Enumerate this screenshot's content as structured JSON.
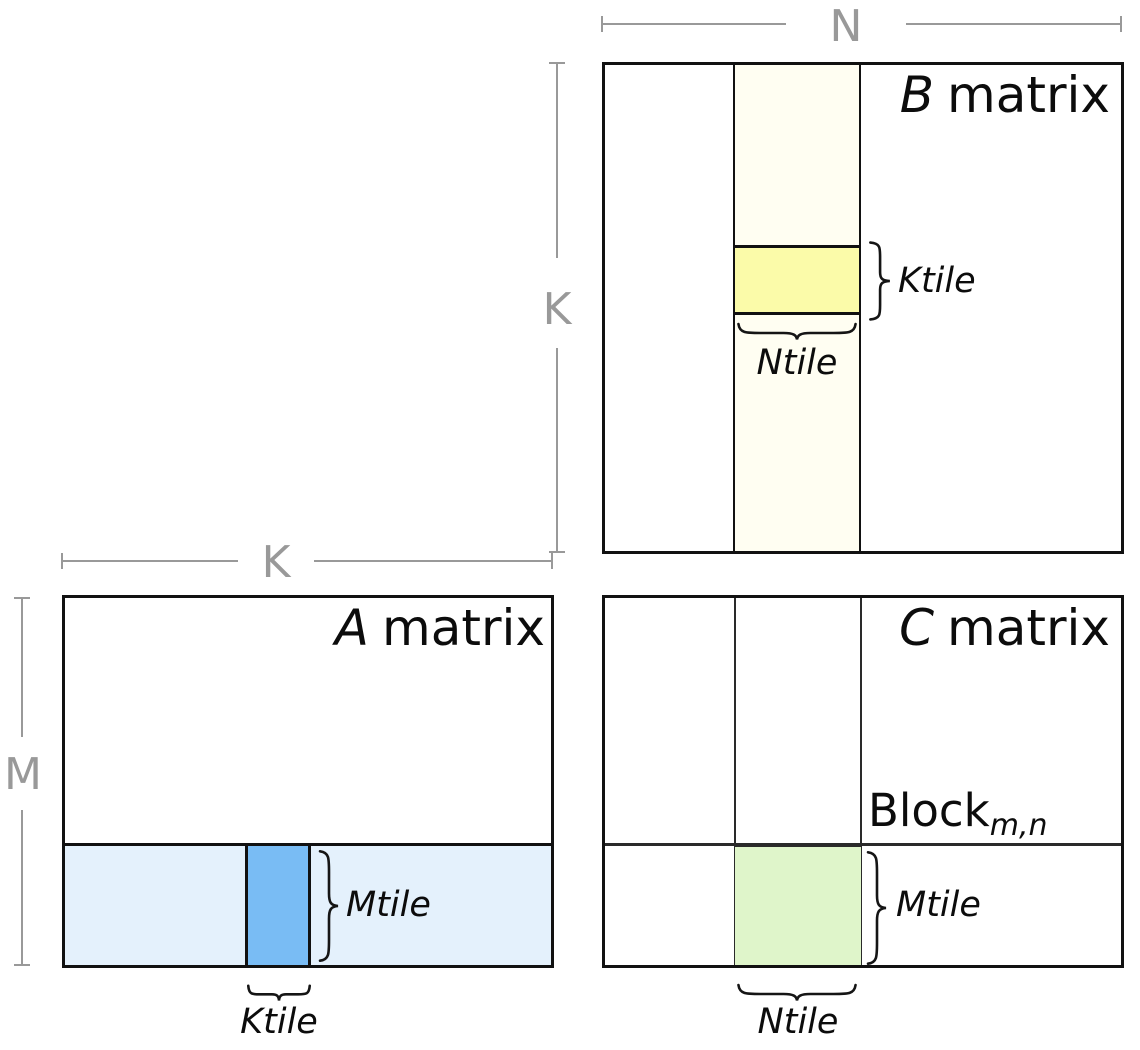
{
  "diagram": {
    "matrices": {
      "b": {
        "title_var": "B",
        "title_word": "matrix"
      },
      "a": {
        "title_var": "A",
        "title_word": "matrix"
      },
      "c": {
        "title_var": "C",
        "title_word": "matrix",
        "block_base": "Block",
        "block_sub": "m,n"
      }
    },
    "dims": {
      "n": "N",
      "k_b": "K",
      "k_a": "K",
      "m": "M"
    },
    "tiles": {
      "b": {
        "height_label": "Ktile",
        "width_label": "Ntile"
      },
      "a": {
        "height_label": "Mtile",
        "width_label": "Ktile"
      },
      "c": {
        "height_label": "Mtile",
        "width_label": "Ntile"
      }
    },
    "colors": {
      "b_strip": "#FFFEF2",
      "b_tile": "#FBFBA9",
      "a_strip": "#E4F1FC",
      "a_tile": "#79BCF4",
      "c_tile": "#DFF5CA",
      "dim_line": "#999999",
      "border": "#111111"
    }
  }
}
